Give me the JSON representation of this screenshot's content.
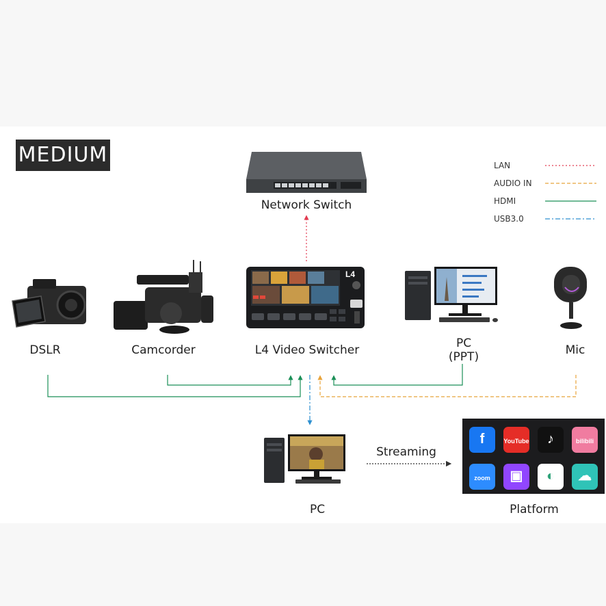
{
  "tier_badge": "MEDIUM",
  "legend": [
    {
      "label": "LAN",
      "color": "#e23a50",
      "dash": "2 3"
    },
    {
      "label": "AUDIO IN",
      "color": "#e8a33a",
      "dash": "5 3"
    },
    {
      "label": "HDMI",
      "color": "#1a8f57",
      "dash": "0"
    },
    {
      "label": "USB3.0",
      "color": "#2d8fd0",
      "dash": "7 3 2 3"
    }
  ],
  "devices": {
    "network_switch": "Network Switch",
    "dslr": "DSLR",
    "camcorder": "Camcorder",
    "video_switcher": "L4 Video Switcher",
    "switcher_brand": "L4",
    "pc_ppt_line1": "PC",
    "pc_ppt_line2": "(PPT)",
    "mic": "Mic",
    "pc_stream": "PC",
    "platform": "Platform"
  },
  "streaming_label": "Streaming",
  "platform_icons": [
    {
      "icon": "facebook-icon",
      "text": "f",
      "color": "#1877f2"
    },
    {
      "icon": "youtube-icon",
      "text": "YouTube",
      "color": "#e52d27"
    },
    {
      "icon": "tiktok-icon",
      "text": "♪",
      "color": "#111111"
    },
    {
      "icon": "bilibili-icon",
      "text": "bilibili",
      "color": "#f07ca0"
    },
    {
      "icon": "zoom-icon",
      "text": "zoom",
      "color": "#2d8cff"
    },
    {
      "icon": "twitch-icon",
      "text": "▣",
      "color": "#9146ff"
    },
    {
      "icon": "stream-app-icon",
      "text": "◐",
      "color": "#ffffff"
    },
    {
      "icon": "cloud-live-icon",
      "text": "☁",
      "color": "#2fc3b7"
    }
  ]
}
